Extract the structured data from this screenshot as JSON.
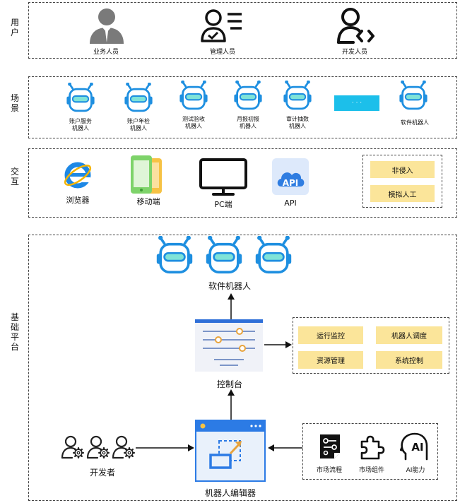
{
  "rows": {
    "users": "用户",
    "scenes": "场景",
    "interaction": "交互",
    "platform": "基础平台"
  },
  "users": {
    "business": "业务人员",
    "manager": "管理人员",
    "developer": "开发人员"
  },
  "scenes": {
    "s1_line1": "账户服务",
    "s1_line2": "机器人",
    "s2_line1": "账户年检",
    "s2_line2": "机器人",
    "s3_line1": "测试验收",
    "s3_line2": "机器人",
    "s4_line1": "月报初报",
    "s4_line2": "机器人",
    "s5_line1": "审计抽数",
    "s5_line2": "机器人",
    "ellipsis": "· · ·",
    "s6": "软件机器人"
  },
  "interaction": {
    "browser": "浏览器",
    "mobile": "移动端",
    "pc": "PC端",
    "api": "API",
    "api_icon_text": "API",
    "non_intrusive": "非侵入",
    "simulate_human": "模拟人工"
  },
  "platform": {
    "robots_label": "软件机器人",
    "console_label": "控制台",
    "console_functions": [
      "运行监控",
      "机器人调度",
      "资源管理",
      "系统控制"
    ],
    "developer_label": "开发者",
    "editor_label": "机器人编辑器",
    "market_flow": "市场流程",
    "market_component": "市场组件",
    "ai_capability": "AI能力",
    "ai_icon_text": "AI"
  },
  "colors": {
    "robot_blue": "#1e8fe0",
    "robot_teal": "#7fe3d8",
    "yellow": "#fbe59a",
    "cyan": "#1cbfea",
    "console_blue": "#2f6fd8",
    "editor_blue": "#2c7be5"
  }
}
